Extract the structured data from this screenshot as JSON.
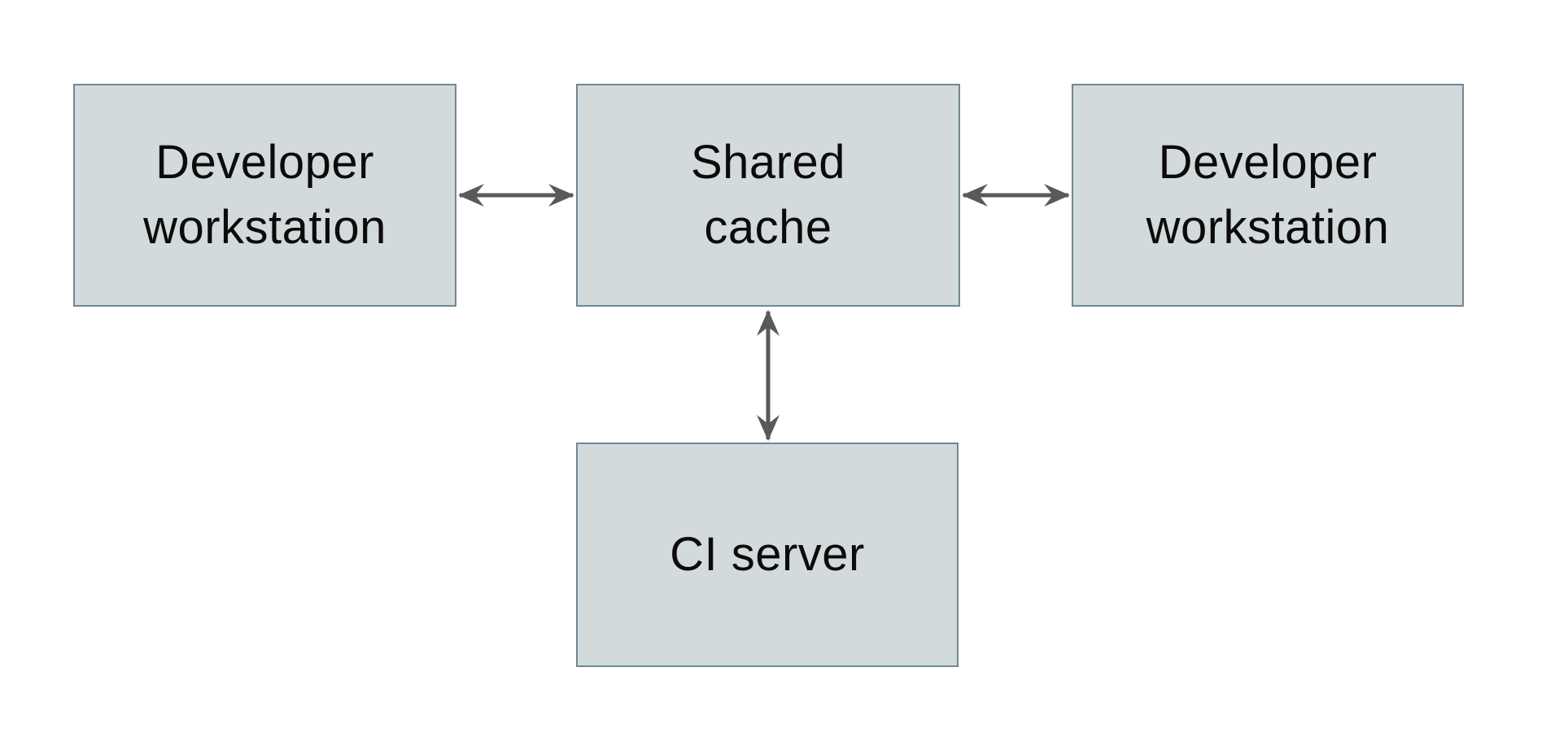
{
  "diagram": {
    "type": "architecture-diagram",
    "colors": {
      "background": "#ffffff",
      "node_fill": "#d3dadb",
      "node_border": "#6f8894",
      "text": "#0b0b0b",
      "arrow": "#595959"
    },
    "nodes": [
      {
        "id": "developer-workstation-left",
        "label": "Developer workstation",
        "line1": "Developer",
        "line2": "workstation"
      },
      {
        "id": "shared-cache",
        "label": "Shared cache",
        "line1": "Shared",
        "line2": "cache"
      },
      {
        "id": "developer-workstation-right",
        "label": "Developer workstation",
        "line1": "Developer",
        "line2": "workstation"
      },
      {
        "id": "ci-server",
        "label": "CI server",
        "line1": "CI server",
        "line2": ""
      }
    ],
    "edges": [
      {
        "from": "developer-workstation-left",
        "to": "shared-cache",
        "direction": "bidirectional"
      },
      {
        "from": "shared-cache",
        "to": "developer-workstation-right",
        "direction": "bidirectional"
      },
      {
        "from": "shared-cache",
        "to": "ci-server",
        "direction": "bidirectional"
      }
    ]
  }
}
